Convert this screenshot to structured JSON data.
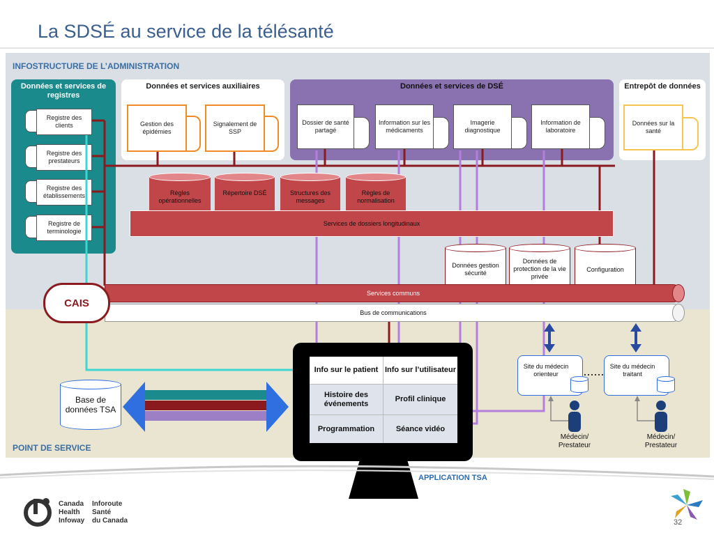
{
  "title": "La SDSÉ au service de la télésanté",
  "zones": {
    "top_label": "INFOSTRUCTURE DE L’ADMINISTRATION",
    "bottom_label": "POINT DE SERVICE",
    "app_label": "APPLICATION TSA"
  },
  "registries": {
    "header": "Données et services de registres",
    "items": [
      "Registre des clients",
      "Registre des prestateurs",
      "Registre des établissements",
      "Registre de terminologie"
    ]
  },
  "aux": {
    "header": "Données et services auxiliaires",
    "items": [
      "Gestion des épidémies",
      "Signalement de SSP"
    ]
  },
  "dse": {
    "header": "Données et services de DSÉ",
    "items": [
      "Dossier de santé partagé",
      "Information sur les médicaments",
      "Imagerie diagnostique",
      "Information de laboratoire"
    ]
  },
  "warehouse": {
    "header": "Entrepôt de données",
    "item": "Données sur la santé"
  },
  "rules": [
    "Règles opérationnelles",
    "Répertoire DSÉ",
    "Structures des messages",
    "Règles de normalisation"
  ],
  "longitudinal": "Services de dossiers longitudinaux",
  "security": [
    "Données gestion sécurité",
    "Données de protection de la vie privée",
    "Configuration"
  ],
  "cais": "CAIS",
  "common_services": "Services communs",
  "bus": "Bus de communications",
  "database": "Base de données TSA",
  "grid": [
    "Info sur le patient",
    "Info sur l’utilisateur",
    "Histoire des événements",
    "Profil clinique",
    "Programmation",
    "Séance vidéo"
  ],
  "sites": [
    "Site du médecin orienteur",
    "Site du médecin traitant"
  ],
  "persons": [
    "Médecin/ Prestateur",
    "Médecin/ Prestateur"
  ],
  "logo": {
    "line1a": "Canada",
    "line1b": "Inforoute",
    "line2a": "Health",
    "line2b": "Santé",
    "line3a": "Infoway",
    "line3b": "du Canada"
  },
  "page_number": "32",
  "colors": {
    "teal": "#1a8a8c",
    "purple": "#8a71b0",
    "red": "#c0464a",
    "darkred": "#8a1a1e",
    "orange": "#f08a24",
    "blue": "#2f6fe0"
  }
}
